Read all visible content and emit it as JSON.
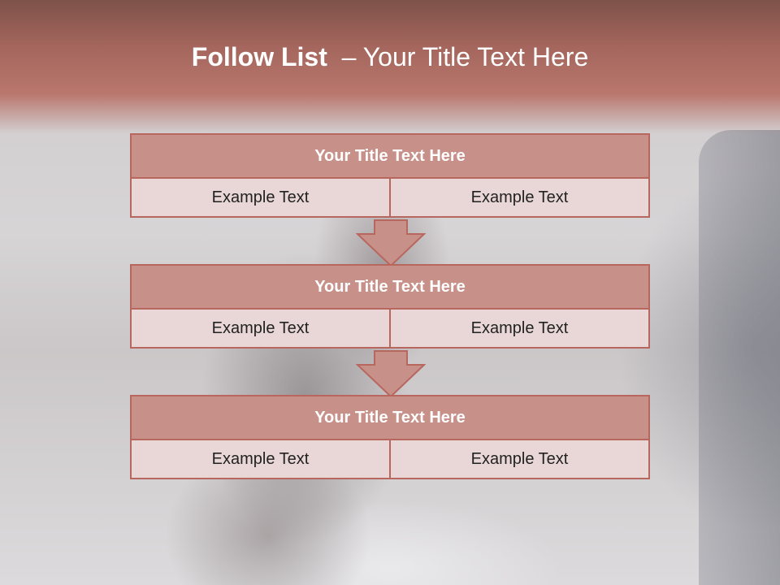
{
  "title": {
    "bold": "Follow List",
    "rest": "  – Your Title Text Here"
  },
  "blocks": [
    {
      "heading": "Your Title Text Here",
      "left": "Example Text",
      "right": "Example Text"
    },
    {
      "heading": "Your Title Text Here",
      "left": "Example Text",
      "right": "Example Text"
    },
    {
      "heading": "Your Title Text Here",
      "left": "Example Text",
      "right": "Example Text"
    }
  ],
  "colors": {
    "header_band": "#a4665d",
    "block_head": "#c7918a",
    "block_border": "#b8675f",
    "cell_fill": "#e8d7d6"
  }
}
